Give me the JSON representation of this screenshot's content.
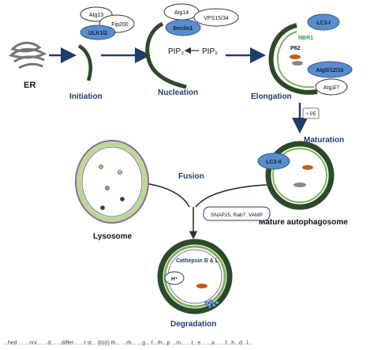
{
  "stages": {
    "er": "ER",
    "initiation": "Initiation",
    "nucleation": "Nucleation",
    "elongation": "Elongation",
    "maturation": "Maturation",
    "mature_autophagosome": "Mature autophagosome",
    "fusion": "Fusion",
    "lysosome": "Lysosome",
    "degradation": "Degradation"
  },
  "proteins": {
    "atg13": "Atg13",
    "fip200": "Fip200",
    "ulk12": "ULK1/2",
    "atg14": "Atg14",
    "vps1534": "VPS15/34",
    "beclin1": "Beclin1",
    "lc3i": "LC3-I",
    "nbr1": "NBR1",
    "p62": "P62",
    "atg51216": "Atg5/12/16",
    "atg37": "Atg3/7",
    "pe": "+ PE",
    "lc3ii": "LC3-II",
    "snare": "SNAP25, Rab7, VAMP",
    "cathepsin": "Cathepsin B & L",
    "hplus": "H⁺"
  },
  "nucleation": {
    "pip3": "PIP₃",
    "pip2": "PIP₂"
  },
  "caption": "...hed ...  ...nnr... ...d... ...differ... ...t st...  (b)(t) th... ...rh... ...g... f...rh...p ...m... ...t...e... ...a... ...f...h...d...l...",
  "colors": {
    "protein_fill": "#5b8ccb",
    "protein_stroke": "#2f5d95",
    "membrane_dark": "#2c4a2a",
    "membrane_green": "#7cb356",
    "arrow": "#1f3c6b",
    "nbr1_text": "#2e9e3e",
    "cargo": "#c8581a",
    "lysosome_inner": "#b9d98b",
    "lysosome_outer": "#8a63a8"
  }
}
